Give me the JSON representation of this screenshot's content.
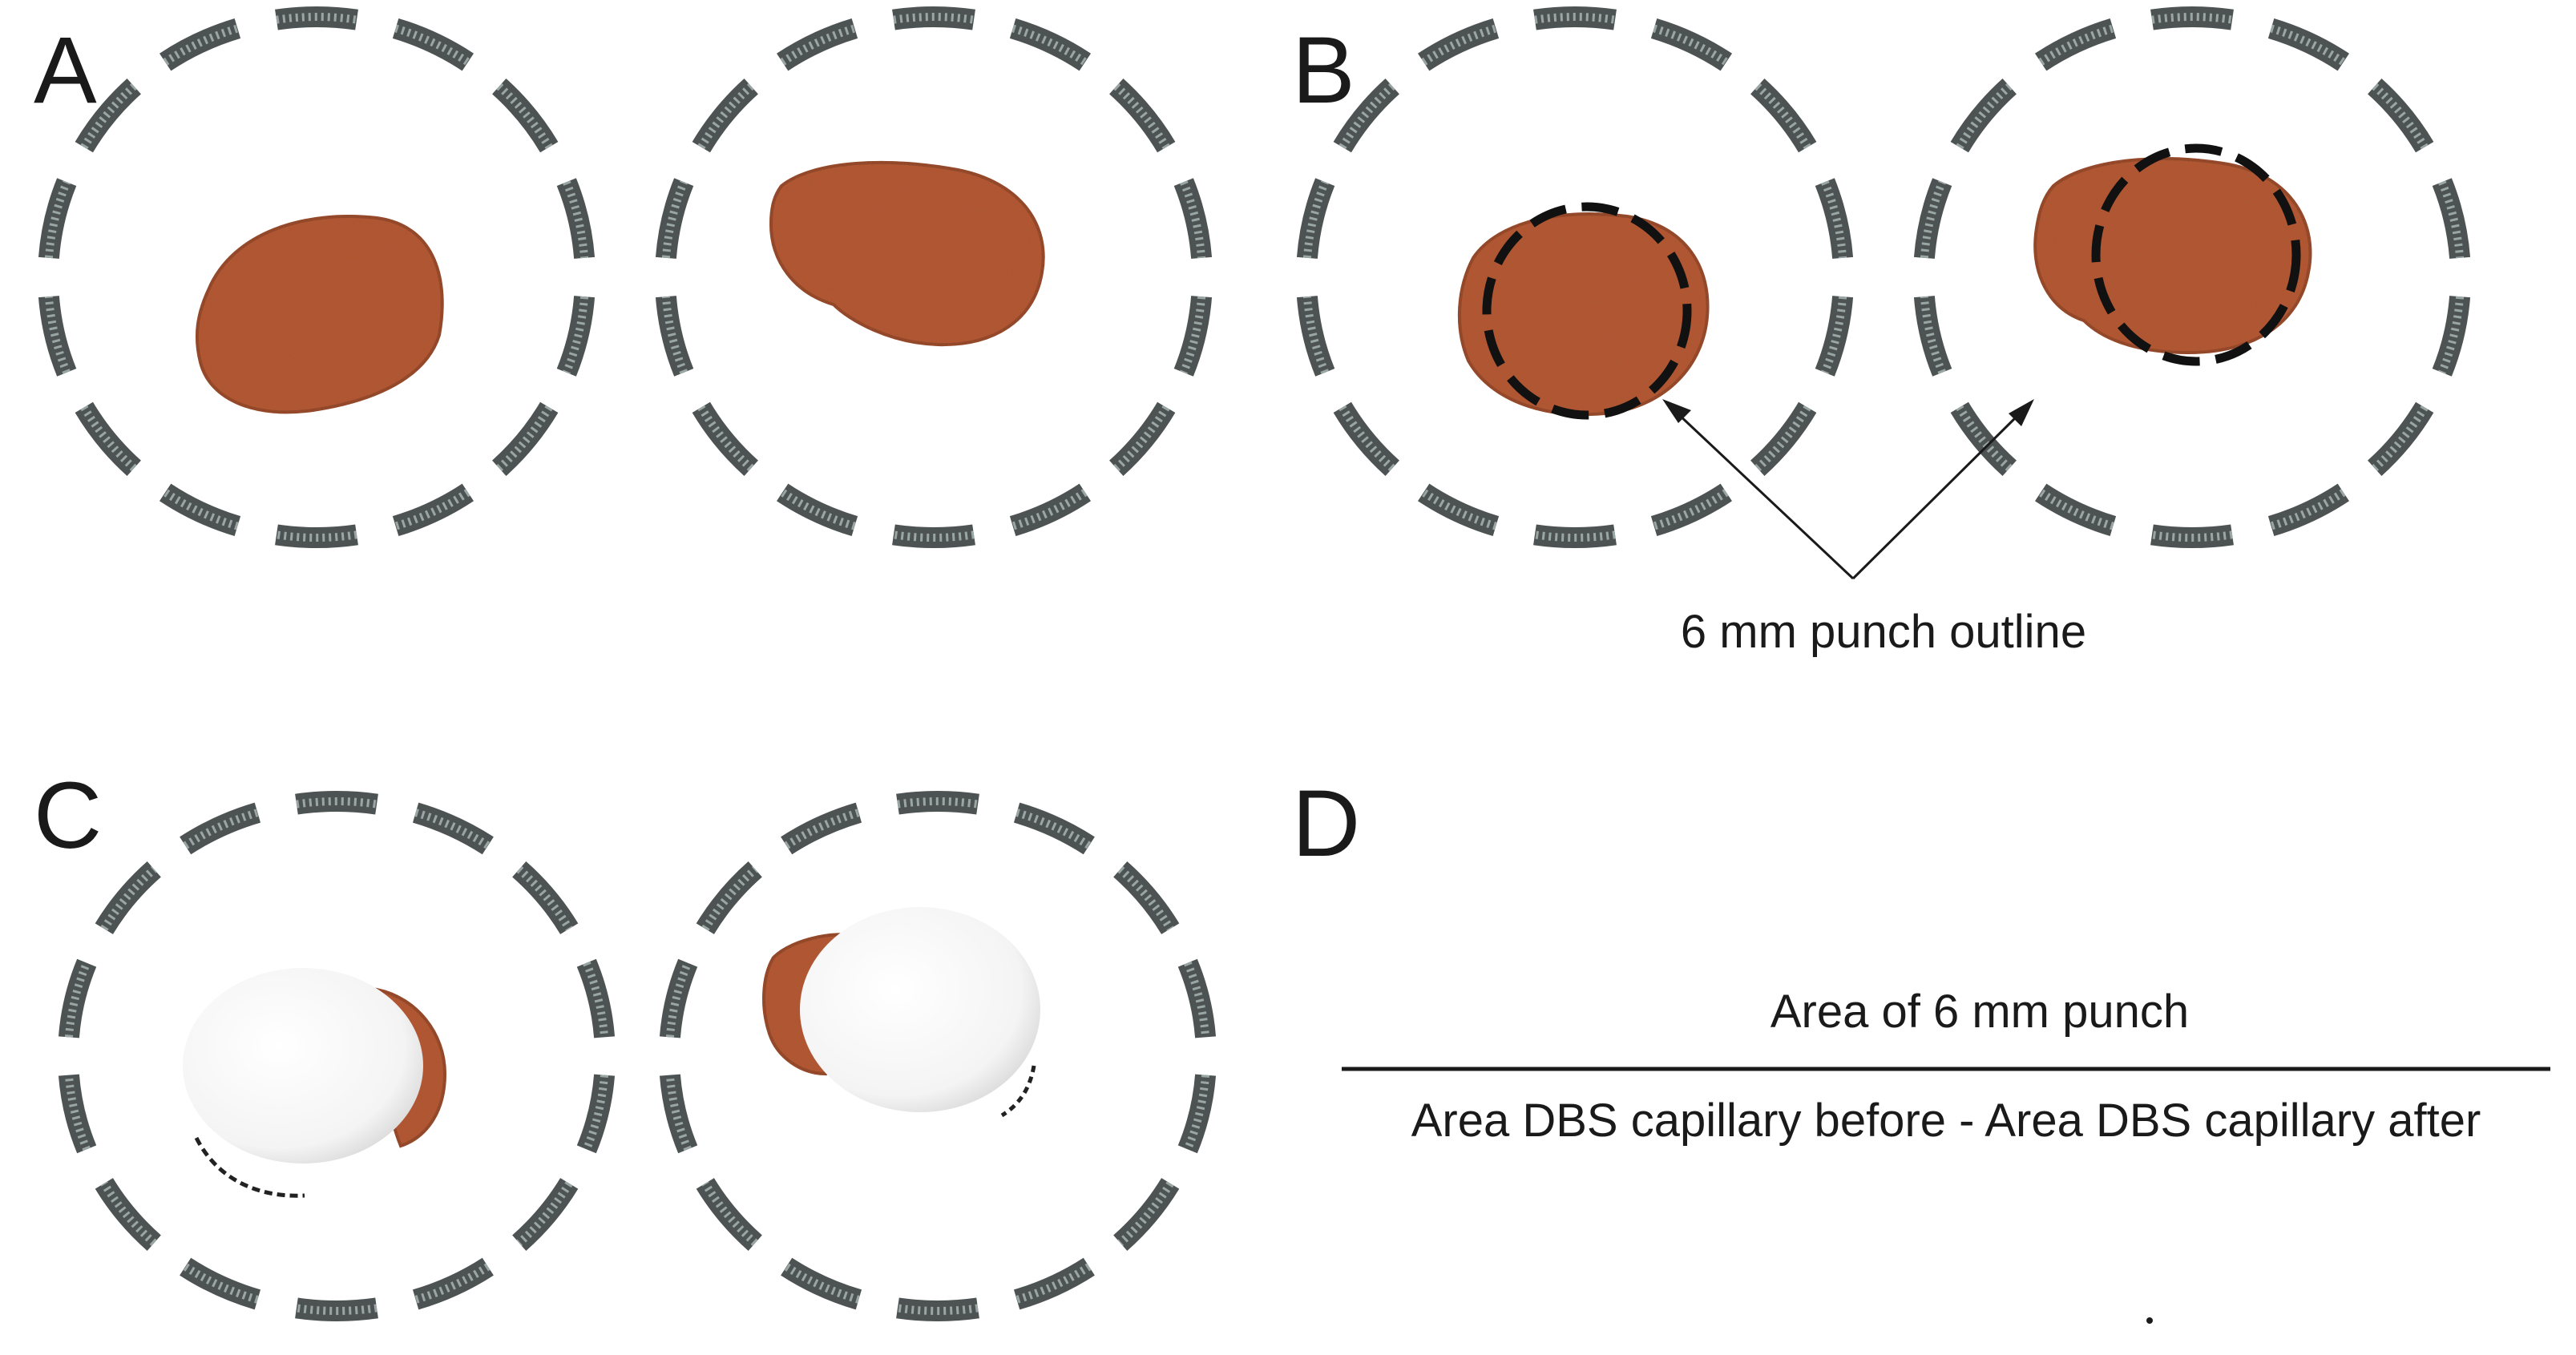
{
  "panels": {
    "a": {
      "letter": "A"
    },
    "b": {
      "letter": "B",
      "annotation": "6 mm punch outline"
    },
    "c": {
      "letter": "C"
    },
    "d": {
      "letter": "D",
      "numerator": "Area of 6 mm punch",
      "denominator": "Area DBS capillary before - Area DBS capillary after"
    }
  },
  "colors": {
    "blood_spot": "#b5532f",
    "blood_spot_dark": "#8f3d22",
    "ring_dash": "#3a4040",
    "punch_outline": "#111111",
    "text": "#1a1a1a"
  }
}
